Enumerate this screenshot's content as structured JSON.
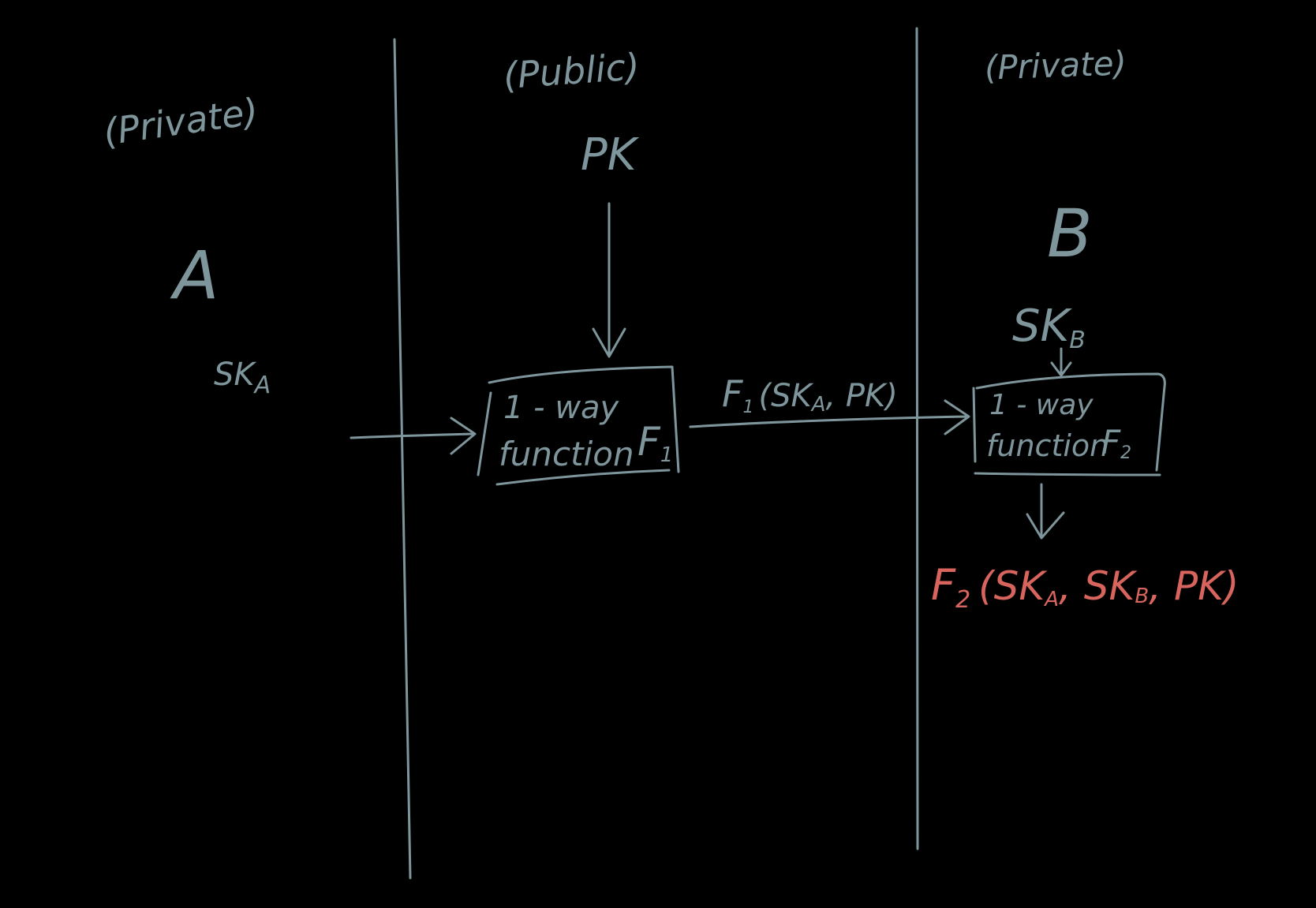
{
  "colors": {
    "background": "#000000",
    "ink": "#7d959b",
    "highlight": "#d7655d"
  },
  "columns": {
    "left_label": "(Private)",
    "middle_label": "(Public)",
    "right_label": "(Private)"
  },
  "parties": {
    "a_label": "A",
    "a_key": "SK",
    "a_key_sub": "A",
    "b_label": "B",
    "b_key": "SK",
    "b_key_sub": "B"
  },
  "public_key": {
    "label": "PK"
  },
  "function_1": {
    "line1": "1 - way",
    "line2": "function",
    "name": "F",
    "name_sub": "1"
  },
  "transfer": {
    "name": "F",
    "name_sub": "1",
    "open": "(SK",
    "arg_sub": "A",
    "rest": ", PK)"
  },
  "function_2": {
    "line1": "1 - way",
    "line2": "function",
    "name": "F",
    "name_sub": "2"
  },
  "result": {
    "name": "F",
    "name_sub": "2",
    "open": "(SK",
    "sub_a": "A",
    "mid": ", SK",
    "sub_b": "B",
    "rest": ", PK)"
  }
}
